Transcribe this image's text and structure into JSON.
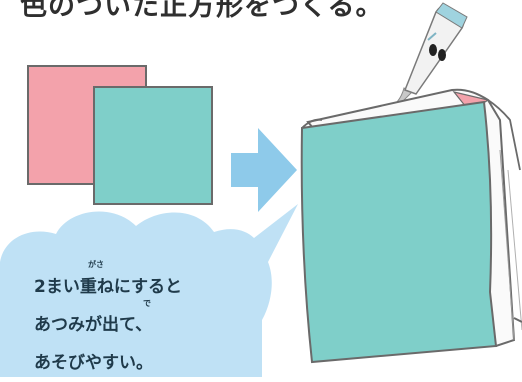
{
  "title": "色のついた正方形をつくる。",
  "bubble": {
    "line1": "2まい重ねにすると",
    "line2": "あつみが出て、",
    "line3": "あそびやすい。",
    "ruby_kasa": "がさ",
    "ruby_de": "で"
  },
  "colors": {
    "pink": "#f3a2ab",
    "teal": "#7fcfc9",
    "border": "#6a6a6a",
    "arrow": "#8ecaea",
    "bubble": "#bfe1f5"
  }
}
